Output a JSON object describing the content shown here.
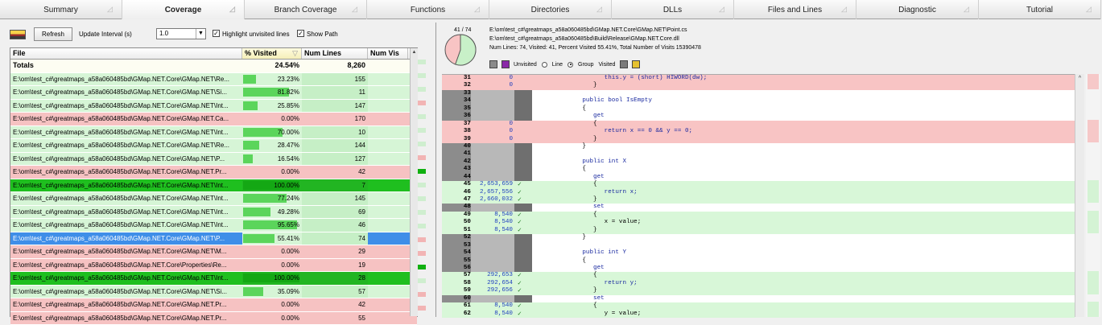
{
  "tabs": [
    {
      "label": "Summary",
      "active": false
    },
    {
      "label": "Coverage",
      "active": true
    },
    {
      "label": "Branch Coverage",
      "active": false
    },
    {
      "label": "Functions",
      "active": false
    },
    {
      "label": "Directories",
      "active": false
    },
    {
      "label": "DLLs",
      "active": false
    },
    {
      "label": "Files and Lines",
      "active": false
    },
    {
      "label": "Diagnostic",
      "active": false
    },
    {
      "label": "Tutorial",
      "active": false
    }
  ],
  "toolbar": {
    "refresh_label": "Refresh",
    "update_interval_label": "Update Interval (s)",
    "update_interval_value": "1.0",
    "highlight_label": "Highlight unvisited lines",
    "show_path_label": "Show Path",
    "highlight_checked": "✓",
    "show_path_checked": "✓"
  },
  "grid": {
    "headers": {
      "file": "File",
      "pct": "% Visited",
      "lines": "Num Lines",
      "vis": "Num Vis"
    },
    "totals": {
      "label": "Totals",
      "pct": "24.54%",
      "lines": "8,260"
    },
    "rows": [
      {
        "file": "E:\\om\\test_c#\\greatmaps_a58a060485bd\\GMap.NET.Core\\GMap.NET\\Re...",
        "pct": "23.23%",
        "fraction": 0.2323,
        "lines": "155",
        "state": "partial"
      },
      {
        "file": "E:\\om\\test_c#\\greatmaps_a58a060485bd\\GMap.NET.Core\\GMap.NET\\Si...",
        "pct": "81.82%",
        "fraction": 0.8182,
        "lines": "11",
        "state": "partial"
      },
      {
        "file": "E:\\om\\test_c#\\greatmaps_a58a060485bd\\GMap.NET.Core\\GMap.NET\\Int...",
        "pct": "25.85%",
        "fraction": 0.2585,
        "lines": "147",
        "state": "partial"
      },
      {
        "file": "E:\\om\\test_c#\\greatmaps_a58a060485bd\\GMap.NET.Core\\GMap.NET.Ca...",
        "pct": "0.00%",
        "fraction": 0,
        "lines": "170",
        "state": "none"
      },
      {
        "file": "E:\\om\\test_c#\\greatmaps_a58a060485bd\\GMap.NET.Core\\GMap.NET\\Int...",
        "pct": "70.00%",
        "fraction": 0.7,
        "lines": "10",
        "state": "partial"
      },
      {
        "file": "E:\\om\\test_c#\\greatmaps_a58a060485bd\\GMap.NET.Core\\GMap.NET\\Re...",
        "pct": "28.47%",
        "fraction": 0.2847,
        "lines": "144",
        "state": "partial"
      },
      {
        "file": "E:\\om\\test_c#\\greatmaps_a58a060485bd\\GMap.NET.Core\\GMap.NET\\P...",
        "pct": "16.54%",
        "fraction": 0.1654,
        "lines": "127",
        "state": "partial"
      },
      {
        "file": "E:\\om\\test_c#\\greatmaps_a58a060485bd\\GMap.NET.Core\\GMap.NET.Pr...",
        "pct": "0.00%",
        "fraction": 0,
        "lines": "42",
        "state": "none"
      },
      {
        "file": "E:\\om\\test_c#\\greatmaps_a58a060485bd\\GMap.NET.Core\\GMap.NET\\Int...",
        "pct": "100.00%",
        "fraction": 1,
        "lines": "7",
        "state": "full"
      },
      {
        "file": "E:\\om\\test_c#\\greatmaps_a58a060485bd\\GMap.NET.Core\\GMap.NET\\Int...",
        "pct": "77.24%",
        "fraction": 0.7724,
        "lines": "145",
        "state": "partial"
      },
      {
        "file": "E:\\om\\test_c#\\greatmaps_a58a060485bd\\GMap.NET.Core\\GMap.NET\\Int...",
        "pct": "49.28%",
        "fraction": 0.4928,
        "lines": "69",
        "state": "partial"
      },
      {
        "file": "E:\\om\\test_c#\\greatmaps_a58a060485bd\\GMap.NET.Core\\GMap.NET\\Int...",
        "pct": "95.65%",
        "fraction": 0.9565,
        "lines": "46",
        "state": "partial"
      },
      {
        "file": "E:\\om\\test_c#\\greatmaps_a58a060485bd\\GMap.NET.Core\\GMap.NET\\P...",
        "pct": "55.41%",
        "fraction": 0.5541,
        "lines": "74",
        "state": "selected"
      },
      {
        "file": "E:\\om\\test_c#\\greatmaps_a58a060485bd\\GMap.NET.Core\\GMap.NET\\M...",
        "pct": "0.00%",
        "fraction": 0,
        "lines": "29",
        "state": "none"
      },
      {
        "file": "E:\\om\\test_c#\\greatmaps_a58a060485bd\\GMap.NET.Core\\Properties\\Re...",
        "pct": "0.00%",
        "fraction": 0,
        "lines": "19",
        "state": "none"
      },
      {
        "file": "E:\\om\\test_c#\\greatmaps_a58a060485bd\\GMap.NET.Core\\GMap.NET\\Int...",
        "pct": "100.00%",
        "fraction": 1,
        "lines": "28",
        "state": "full"
      },
      {
        "file": "E:\\om\\test_c#\\greatmaps_a58a060485bd\\GMap.NET.Core\\GMap.NET\\Si...",
        "pct": "35.09%",
        "fraction": 0.3509,
        "lines": "57",
        "state": "partial"
      },
      {
        "file": "E:\\om\\test_c#\\greatmaps_a58a060485bd\\GMap.NET.Core\\GMap.NET.Pr...",
        "pct": "0.00%",
        "fraction": 0,
        "lines": "42",
        "state": "none"
      },
      {
        "file": "E:\\om\\test_c#\\greatmaps_a58a060485bd\\GMap.NET.Core\\GMap.NET.Pr...",
        "pct": "0.00%",
        "fraction": 0,
        "lines": "55",
        "state": "none"
      }
    ]
  },
  "info": {
    "ratio": "41 / 74",
    "visited_fraction": 0.5541,
    "path1": "E:\\om\\test_c#\\greatmaps_a58a060485bd\\GMap.NET.Core\\GMap.NET\\Point.cs",
    "path2": "E:\\om\\test_c#\\greatmaps_a58a060485bd\\Build\\Release\\GMap.NET.Core.dll",
    "stats": "Num Lines: 74, Visited: 41, Percent Visited 55.41%, Total Number of Visits 15390478",
    "unvisited_label": "Unvisited",
    "line_label": "Line",
    "group_label": "Group",
    "visited_label": "Visited"
  },
  "code": [
    {
      "n": "31",
      "v": "0",
      "t": "            this.y = (short) HIWORD(dw);",
      "c": "red"
    },
    {
      "n": "32",
      "v": "0",
      "t": "         }",
      "c": "red"
    },
    {
      "n": "33",
      "v": "",
      "t": "",
      "c": "grey"
    },
    {
      "n": "34",
      "v": "",
      "t": "      public bool IsEmpty",
      "c": "grey"
    },
    {
      "n": "35",
      "v": "",
      "t": "      {",
      "c": "grey"
    },
    {
      "n": "36",
      "v": "",
      "t": "         get",
      "c": "grey"
    },
    {
      "n": "37",
      "v": "0",
      "t": "         {",
      "c": "red"
    },
    {
      "n": "38",
      "v": "0",
      "t": "            return x == 0 && y == 0;",
      "c": "red"
    },
    {
      "n": "39",
      "v": "0",
      "t": "         }",
      "c": "red"
    },
    {
      "n": "40",
      "v": "",
      "t": "      }",
      "c": "grey"
    },
    {
      "n": "41",
      "v": "",
      "t": "",
      "c": "grey"
    },
    {
      "n": "42",
      "v": "",
      "t": "      public int X",
      "c": "grey"
    },
    {
      "n": "43",
      "v": "",
      "t": "      {",
      "c": "grey"
    },
    {
      "n": "44",
      "v": "",
      "t": "         get",
      "c": "grey"
    },
    {
      "n": "45",
      "v": "2,653,659",
      "t": "         {",
      "c": "green",
      "ok": "✓"
    },
    {
      "n": "46",
      "v": "2,657,556",
      "t": "            return x;",
      "c": "green",
      "ok": "✓"
    },
    {
      "n": "47",
      "v": "2,660,032",
      "t": "         }",
      "c": "green",
      "ok": "✓"
    },
    {
      "n": "48",
      "v": "",
      "t": "         set",
      "c": "grey"
    },
    {
      "n": "49",
      "v": "8,540",
      "t": "         {",
      "c": "green",
      "ok": "✓"
    },
    {
      "n": "50",
      "v": "8,540",
      "t": "            x = value;",
      "c": "green",
      "ok": "✓"
    },
    {
      "n": "51",
      "v": "8,540",
      "t": "         }",
      "c": "green",
      "ok": "✓"
    },
    {
      "n": "52",
      "v": "",
      "t": "      }",
      "c": "grey"
    },
    {
      "n": "53",
      "v": "",
      "t": "",
      "c": "grey"
    },
    {
      "n": "54",
      "v": "",
      "t": "      public int Y",
      "c": "grey"
    },
    {
      "n": "55",
      "v": "",
      "t": "      {",
      "c": "grey"
    },
    {
      "n": "56",
      "v": "",
      "t": "         get",
      "c": "grey"
    },
    {
      "n": "57",
      "v": "292,653",
      "t": "         {",
      "c": "green",
      "ok": "✓"
    },
    {
      "n": "58",
      "v": "292,654",
      "t": "            return y;",
      "c": "green",
      "ok": "✓"
    },
    {
      "n": "59",
      "v": "292,656",
      "t": "         }",
      "c": "green",
      "ok": "✓"
    },
    {
      "n": "60",
      "v": "",
      "t": "         set",
      "c": "grey"
    },
    {
      "n": "61",
      "v": "8,540",
      "t": "         {",
      "c": "green",
      "ok": "✓"
    },
    {
      "n": "62",
      "v": "8,540",
      "t": "            y = value;",
      "c": "green",
      "ok": "✓"
    }
  ],
  "colors": {
    "visited": "#d8f7d8",
    "unvisited": "#f8c4c4",
    "full": "#22c022",
    "selected": "#3a8ee6",
    "bar": "#5bd55b"
  }
}
